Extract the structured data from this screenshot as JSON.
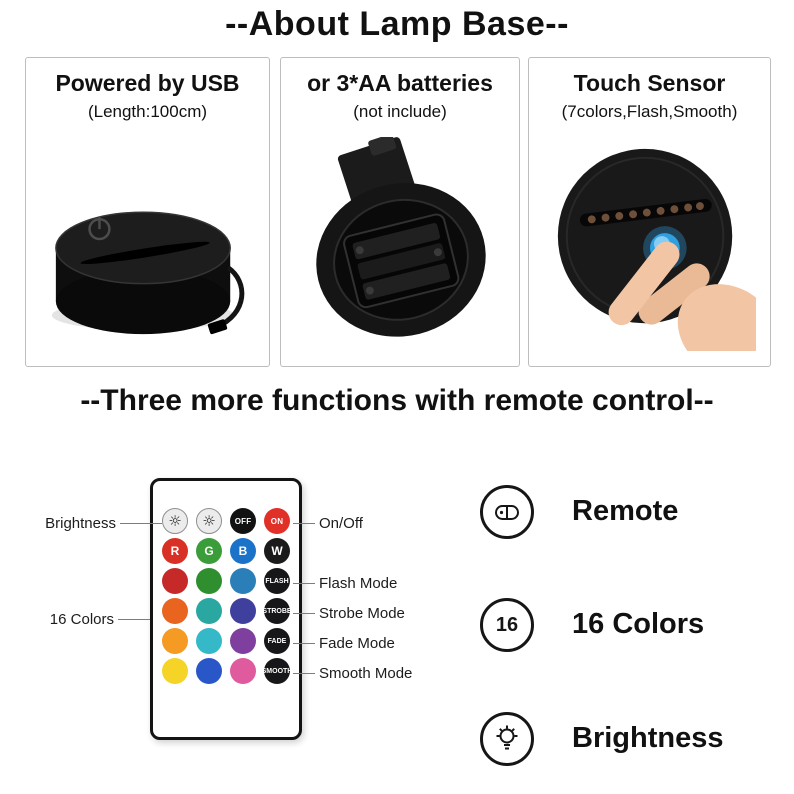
{
  "header": {
    "title": "--About Lamp Base--"
  },
  "lamp_base_columns": [
    {
      "title": "Powered by USB",
      "subtitle": "(Length:100cm)",
      "photo": "usb-lamp-base-photo"
    },
    {
      "title": "or 3*AA batteries",
      "subtitle": "(not include)",
      "photo": "battery-compartment-photo"
    },
    {
      "title": "Touch Sensor",
      "subtitle": "(7colors,Flash,Smooth)",
      "photo": "touch-sensor-photo"
    }
  ],
  "remote_section": {
    "title": "--Three more functions with remote control--",
    "annotations": {
      "brightness": "Brightness",
      "on_off": "On/Off",
      "colors": "16 Colors",
      "flash": "Flash Mode",
      "strobe": "Strobe Mode",
      "fade": "Fade Mode",
      "smooth": "Smooth Mode"
    },
    "remote": {
      "brightness_up_icon": "☼",
      "brightness_down_icon": "☼",
      "off": "OFF",
      "on": "ON",
      "off_color": "#121212",
      "on_color": "#e03028",
      "row_rgbw": [
        {
          "label": "R",
          "color": "#d93025"
        },
        {
          "label": "G",
          "color": "#3a9d3a"
        },
        {
          "label": "B",
          "color": "#1a73c8"
        },
        {
          "label": "W",
          "color": "#1b1b1b"
        }
      ],
      "color_rows": [
        {
          "colors": [
            "#c62a28",
            "#2f8f2f",
            "#2a7fb8"
          ],
          "mode": "FLASH"
        },
        {
          "colors": [
            "#e8641f",
            "#2aa7a0",
            "#3f3f9e"
          ],
          "mode": "STROBE"
        },
        {
          "colors": [
            "#f59a23",
            "#35b8c8",
            "#7e3f9e"
          ],
          "mode": "FADE"
        },
        {
          "colors": [
            "#f5d327",
            "#2a57c8",
            "#e05a9e"
          ],
          "mode": "SMOOTH"
        }
      ]
    }
  },
  "features": [
    {
      "name": "remote",
      "label": "Remote"
    },
    {
      "name": "16-colors",
      "label": "16 Colors",
      "badge": "16"
    },
    {
      "name": "brightness",
      "label": "Brightness"
    }
  ],
  "touch_button_color": "#2f9fe0"
}
